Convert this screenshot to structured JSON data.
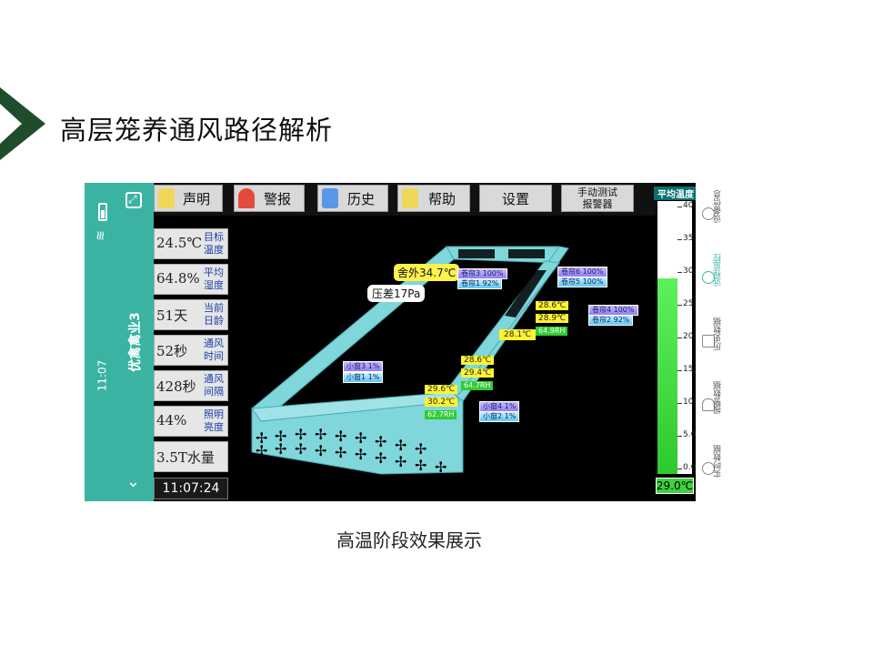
{
  "slide": {
    "title": "高层笼养通风路径解析",
    "caption": "高温阶段效果展示"
  },
  "status_bar": {
    "time": "11:07",
    "device_name": "优禽禽业3"
  },
  "toolbar": {
    "buttons": [
      "声明",
      "警报",
      "历史",
      "帮助",
      "设置"
    ],
    "manual_test_line1": "手动测试",
    "manual_test_line2": "报警器"
  },
  "panels": [
    {
      "value": "24.5℃",
      "label": "目标温度"
    },
    {
      "value": "64.8%",
      "label": "平均湿度"
    },
    {
      "value": "51天",
      "label": "当前日龄"
    },
    {
      "value": "52秒",
      "label": "通风时间"
    },
    {
      "value": "428秒",
      "label": "通风间隔"
    },
    {
      "value": "44%",
      "label": "照明亮度"
    },
    {
      "value": "3.5T水量",
      "label": ""
    }
  ],
  "clock": "11:07:24",
  "overlay": {
    "outside_temp": "舍外34.7℃",
    "pressure": "压差17Pa"
  },
  "curtains": {
    "c3": "卷帘3 100%",
    "c1": "卷帘1 92%",
    "c6": "卷帘6 100%",
    "c5": "卷帘5 100%",
    "c4": "卷帘4 100%",
    "c2": "卷帘2 92%",
    "w3": "小窗3 1%",
    "w1": "小窗1 1%",
    "w4": "小窗4 1%",
    "w2": "小窗2 1%"
  },
  "sensors": {
    "s_back": {
      "t1": "28.6℃",
      "t2": "28.9℃",
      "h": "64.9RH"
    },
    "s_mid_single": "28.1℃",
    "s_mid": {
      "t1": "28.6℃",
      "t2": "29.4℃",
      "h": "64.7RH"
    },
    "s_front": {
      "t1": "29.6℃",
      "t2": "30.2℃",
      "h": "62.7RH"
    }
  },
  "gauge": {
    "title": "平均温度",
    "ticks": [
      "40.0",
      "35.0",
      "30.0",
      "25.0",
      "20.0",
      "15.0",
      "10.0",
      "5.0",
      "0.0"
    ],
    "max": 40,
    "level": 29.0,
    "value": "29.0℃",
    "fill_color": "#33cc33"
  },
  "nav": {
    "items": [
      "设备信息",
      "远程监控",
      "历史数据",
      "报警数据",
      "实时数据"
    ],
    "active_index": 1
  },
  "colors": {
    "status_strip": "#3bb3a3",
    "building": "#7fd6db",
    "title_arrow": "#1f4d2c"
  }
}
